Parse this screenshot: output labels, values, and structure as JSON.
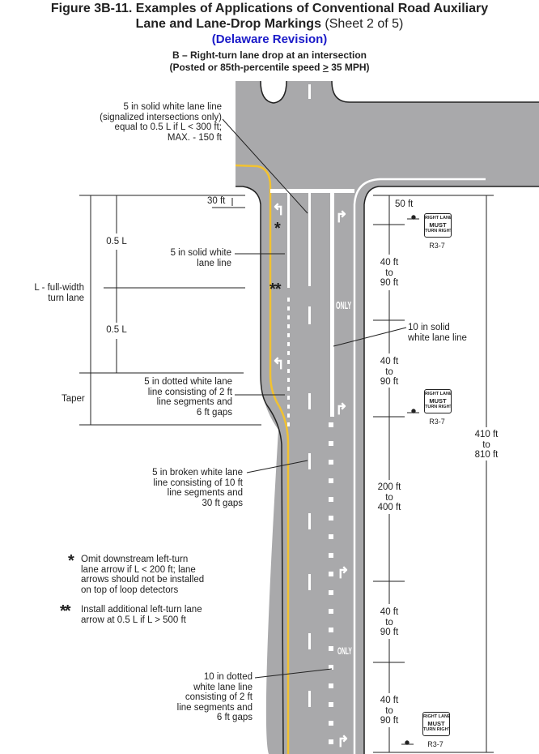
{
  "figure": {
    "title_line1": "Figure 3B-11.  Examples of Applications of Conventional Road Auxiliary",
    "title_line2_bold": "Lane and Lane-Drop Markings",
    "title_line2_normal": " (Sheet 2 of 5)",
    "revision": "(Delaware Revision)",
    "subtitle": "B – Right-turn lane drop at an intersection",
    "speed_pre": "(Posted or 85th-percentile speed ",
    "speed_ge": ">",
    "speed_post": " 35 MPH)"
  },
  "colors": {
    "pavement": "#a9a9ab",
    "yellow_line": "#f2c230",
    "white_marking": "#ffffff",
    "revision_text": "#1a1ac8",
    "ink": "#222222"
  },
  "callouts": {
    "intersection_line": [
      "5 in solid white lane line",
      "(signalized intersections only)",
      "equal to 0.5 L if L < 300 ft;",
      "MAX. - 150 ft"
    ],
    "solid_white": [
      "5 in solid white",
      "lane line"
    ],
    "dotted_5in": [
      "5 in dotted white lane",
      "line consisting of 2 ft",
      "line segments and",
      "6 ft gaps"
    ],
    "broken_white": [
      "5 in broken white lane",
      "line consisting of 10 ft",
      "line segments and",
      "30 ft gaps"
    ],
    "dotted_10in": [
      "10 in dotted",
      "white lane line",
      "consisting of 2 ft",
      "line segments and",
      "6 ft gaps"
    ],
    "solid_10in": [
      "10 in solid",
      "white lane line"
    ]
  },
  "dimensions_left": {
    "top_offset": "30 ft",
    "half_L_upper": "0.5 L",
    "half_L_lower": "0.5 L",
    "full_width": [
      "L - full-width",
      "turn lane"
    ],
    "taper": "Taper"
  },
  "dimensions_right": {
    "first": "50 ft",
    "segments": [
      [
        "40 ft",
        "to",
        "90 ft"
      ],
      [
        "40 ft",
        "to",
        "90 ft"
      ],
      [
        "200 ft",
        "to",
        "400 ft"
      ],
      [
        "40 ft",
        "to",
        "90 ft"
      ],
      [
        "40 ft",
        "to",
        "90 ft"
      ]
    ],
    "total": [
      "410 ft",
      "to",
      "810 ft"
    ]
  },
  "signs": [
    {
      "line1": "RIGHT LANE",
      "line2": "MUST",
      "line3": "TURN RIGHT",
      "code": "R3-7"
    },
    {
      "line1": "RIGHT LANE",
      "line2": "MUST",
      "line3": "TURN RIGHT",
      "code": "R3-7"
    },
    {
      "line1": "RIGHT LANE",
      "line2": "MUST",
      "line3": "TURN RIGHT",
      "code": "R3-7"
    }
  ],
  "pavement_words": {
    "only_upper": "ONLY",
    "only_lower": "ONLY"
  },
  "markers": {
    "single": "*",
    "double": "**"
  },
  "notes": [
    {
      "marker": "*",
      "lines": [
        "Omit downstream left-turn",
        "lane arrow if L < 200 ft; lane",
        "arrows should not be installed",
        "on top of loop detectors"
      ]
    },
    {
      "marker": "**",
      "lines": [
        "Install additional left-turn lane",
        "arrow at 0.5 L if L > 500 ft"
      ]
    }
  ]
}
